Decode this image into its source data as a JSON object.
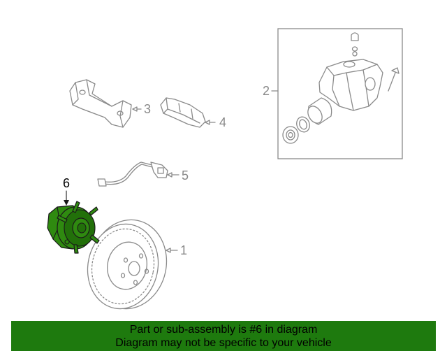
{
  "callouts": {
    "rotor": "1",
    "caliper": "2",
    "bracket": "3",
    "pads": "4",
    "sensor": "5",
    "hub": "6"
  },
  "banner": {
    "line1": "Part or sub-assembly is #6 in diagram",
    "line2": "Diagram may not be specific to your vehicle"
  },
  "colors": {
    "highlight": "#1e7a0e",
    "line_art": "#8a8a8a"
  }
}
